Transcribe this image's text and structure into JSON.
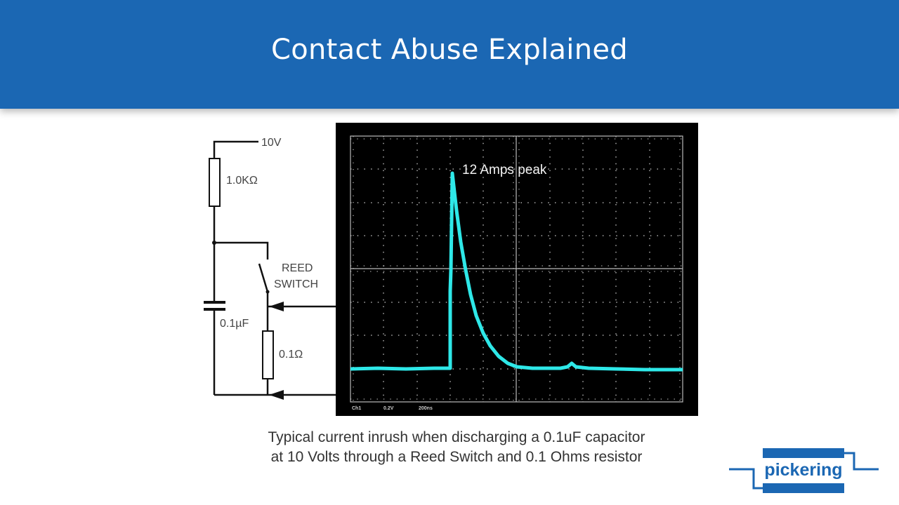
{
  "header": {
    "title": "Contact Abuse Explained",
    "bg_color": "#1b67b3"
  },
  "circuit": {
    "supply_label": "10V",
    "resistor1_label": "1.0KΩ",
    "switch_label_line1": "REED",
    "switch_label_line2": "SWITCH",
    "capacitor_label": "0.1µF",
    "resistor2_label": "0.1Ω"
  },
  "scope": {
    "annotation": "12 Amps peak",
    "channel": "Ch1",
    "volts_per_div": "0.2V",
    "time_per_div": "200ns",
    "trace_color": "#2ee8e8"
  },
  "caption": {
    "line1": "Typical current inrush when discharging a 0.1uF capacitor",
    "line2": "at 10 Volts through a Reed Switch and 0.1 Ohms resistor"
  },
  "logo": {
    "text": "pickering",
    "color": "#1b67b3"
  }
}
